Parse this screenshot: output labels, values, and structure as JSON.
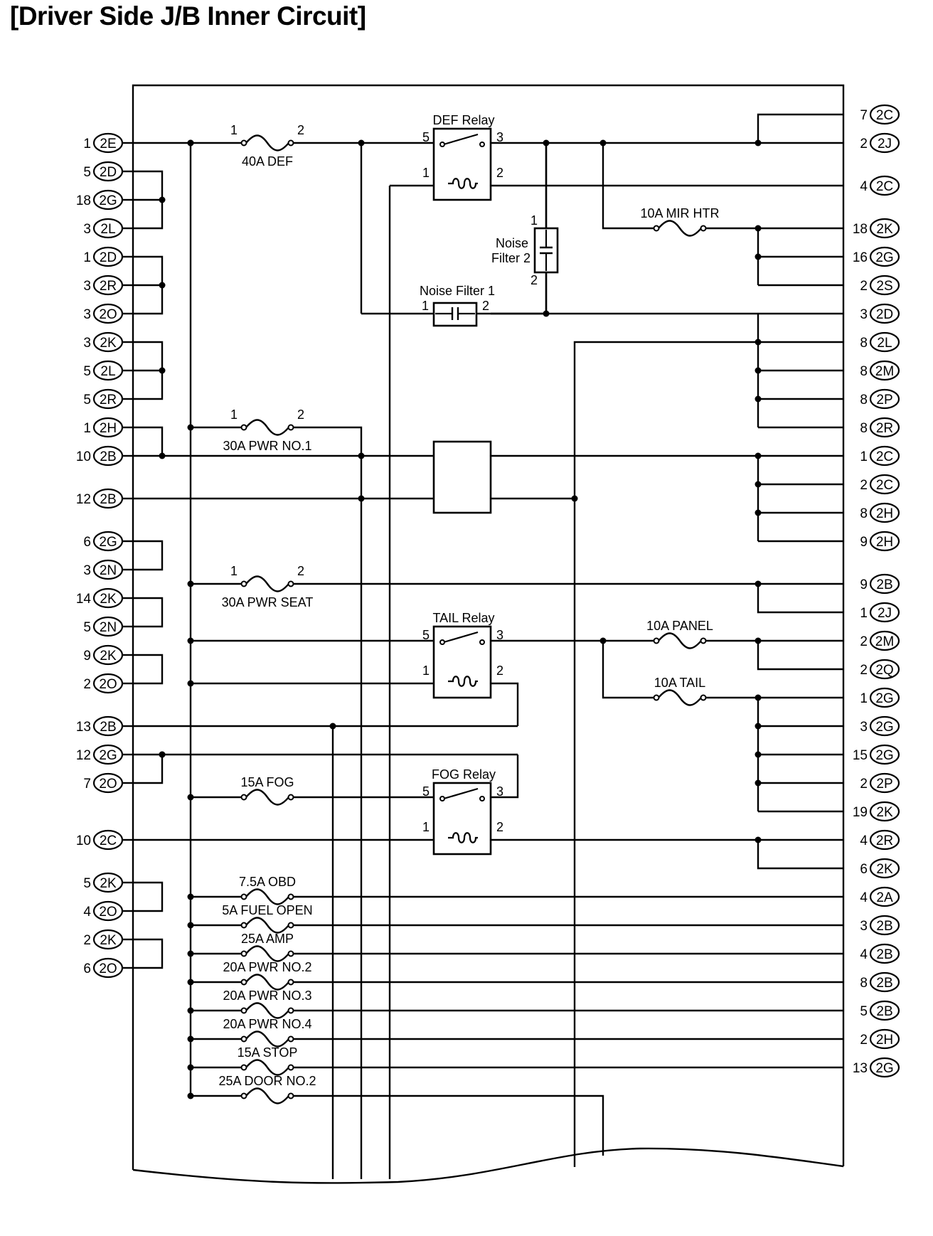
{
  "title": "[Driver Side J/B Inner Circuit]",
  "left_connectors": [
    {
      "pin": "1",
      "conn": "2E"
    },
    {
      "pin": "5",
      "conn": "2D"
    },
    {
      "pin": "18",
      "conn": "2G"
    },
    {
      "pin": "3",
      "conn": "2L"
    },
    {
      "pin": "1",
      "conn": "2D"
    },
    {
      "pin": "3",
      "conn": "2R"
    },
    {
      "pin": "3",
      "conn": "2O"
    },
    {
      "pin": "3",
      "conn": "2K"
    },
    {
      "pin": "5",
      "conn": "2L"
    },
    {
      "pin": "5",
      "conn": "2R"
    },
    {
      "pin": "1",
      "conn": "2H"
    },
    {
      "pin": "10",
      "conn": "2B"
    },
    {
      "pin": "12",
      "conn": "2B"
    },
    {
      "pin": "6",
      "conn": "2G"
    },
    {
      "pin": "3",
      "conn": "2N"
    },
    {
      "pin": "14",
      "conn": "2K"
    },
    {
      "pin": "5",
      "conn": "2N"
    },
    {
      "pin": "9",
      "conn": "2K"
    },
    {
      "pin": "2",
      "conn": "2O"
    },
    {
      "pin": "13",
      "conn": "2B"
    },
    {
      "pin": "12",
      "conn": "2G"
    },
    {
      "pin": "7",
      "conn": "2O"
    },
    {
      "pin": "10",
      "conn": "2C"
    },
    {
      "pin": "5",
      "conn": "2K"
    },
    {
      "pin": "4",
      "conn": "2O"
    },
    {
      "pin": "2",
      "conn": "2K"
    },
    {
      "pin": "6",
      "conn": "2O"
    }
  ],
  "right_connectors": [
    {
      "pin": "7",
      "conn": "2C"
    },
    {
      "pin": "2",
      "conn": "2J"
    },
    {
      "pin": "4",
      "conn": "2C"
    },
    {
      "pin": "18",
      "conn": "2K"
    },
    {
      "pin": "16",
      "conn": "2G"
    },
    {
      "pin": "2",
      "conn": "2S"
    },
    {
      "pin": "3",
      "conn": "2D"
    },
    {
      "pin": "8",
      "conn": "2L"
    },
    {
      "pin": "8",
      "conn": "2M"
    },
    {
      "pin": "8",
      "conn": "2P"
    },
    {
      "pin": "8",
      "conn": "2R"
    },
    {
      "pin": "1",
      "conn": "2C"
    },
    {
      "pin": "2",
      "conn": "2C"
    },
    {
      "pin": "8",
      "conn": "2H"
    },
    {
      "pin": "9",
      "conn": "2H"
    },
    {
      "pin": "9",
      "conn": "2B"
    },
    {
      "pin": "1",
      "conn": "2J"
    },
    {
      "pin": "2",
      "conn": "2M"
    },
    {
      "pin": "2",
      "conn": "2Q"
    },
    {
      "pin": "1",
      "conn": "2G"
    },
    {
      "pin": "3",
      "conn": "2G"
    },
    {
      "pin": "15",
      "conn": "2G"
    },
    {
      "pin": "2",
      "conn": "2P"
    },
    {
      "pin": "19",
      "conn": "2K"
    },
    {
      "pin": "4",
      "conn": "2R"
    },
    {
      "pin": "6",
      "conn": "2K"
    },
    {
      "pin": "4",
      "conn": "2A"
    },
    {
      "pin": "3",
      "conn": "2B"
    },
    {
      "pin": "4",
      "conn": "2B"
    },
    {
      "pin": "8",
      "conn": "2B"
    },
    {
      "pin": "5",
      "conn": "2B"
    },
    {
      "pin": "2",
      "conn": "2H"
    },
    {
      "pin": "13",
      "conn": "2G"
    }
  ],
  "fuses": [
    {
      "label": "40A DEF",
      "pin_a": "1",
      "pin_b": "2"
    },
    {
      "label": "30A PWR NO.1",
      "pin_a": "1",
      "pin_b": "2"
    },
    {
      "label": "30A PWR SEAT",
      "pin_a": "1",
      "pin_b": "2"
    },
    {
      "label": "15A FOG"
    },
    {
      "label": "10A MIR HTR"
    },
    {
      "label": "10A PANEL"
    },
    {
      "label": "10A TAIL"
    },
    {
      "label": "7.5A OBD"
    },
    {
      "label": "5A FUEL OPEN"
    },
    {
      "label": "25A AMP"
    },
    {
      "label": "20A PWR NO.2"
    },
    {
      "label": "20A PWR NO.3"
    },
    {
      "label": "20A PWR NO.4"
    },
    {
      "label": "15A STOP"
    },
    {
      "label": "25A DOOR NO.2"
    }
  ],
  "relays": [
    {
      "name": "DEF Relay",
      "pins": [
        "5",
        "3",
        "1",
        "2"
      ]
    },
    {
      "name": "TAIL Relay",
      "pins": [
        "5",
        "3",
        "1",
        "2"
      ]
    },
    {
      "name": "FOG Relay",
      "pins": [
        "5",
        "3",
        "1",
        "2"
      ]
    }
  ],
  "noise_filter_1": {
    "label": "Noise Filter 1",
    "pin_a": "1",
    "pin_b": "2"
  },
  "noise_filter_2": {
    "label_line1": "Noise",
    "label_line2": "Filter 2",
    "pin_a": "1",
    "pin_b": "2"
  }
}
